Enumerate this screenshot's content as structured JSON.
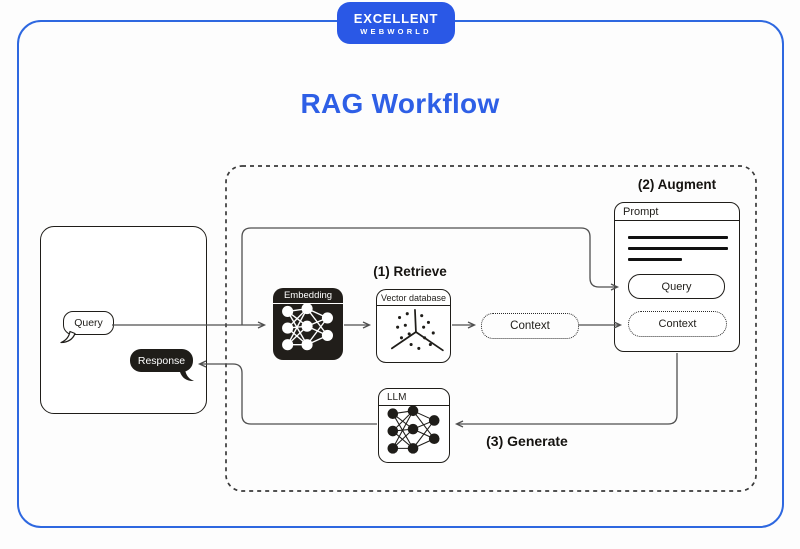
{
  "brand": {
    "line1": "EXCELLENT",
    "line2": "WEBWORLD"
  },
  "title": "RAG Workflow",
  "chat": {
    "query_bubble": "Query",
    "response_bubble": "Response"
  },
  "labels": {
    "retrieve": "(1) Retrieve",
    "augment": "(2) Augment",
    "generate": "(3) Generate"
  },
  "nodes": {
    "embedding": {
      "title": "Embedding"
    },
    "vector_database": {
      "title": "Vector database"
    },
    "context_pill": {
      "label": "Context"
    },
    "llm": {
      "title": "LLM"
    },
    "prompt": {
      "title": "Prompt",
      "query_slot": "Query",
      "context_slot": "Context"
    }
  },
  "colors": {
    "brand_blue": "#2a58e6",
    "title_blue": "#2e5fe6",
    "frame_blue": "#2e68e0",
    "ink": "#1f1d19",
    "connector_gray": "#4f4f4f"
  }
}
